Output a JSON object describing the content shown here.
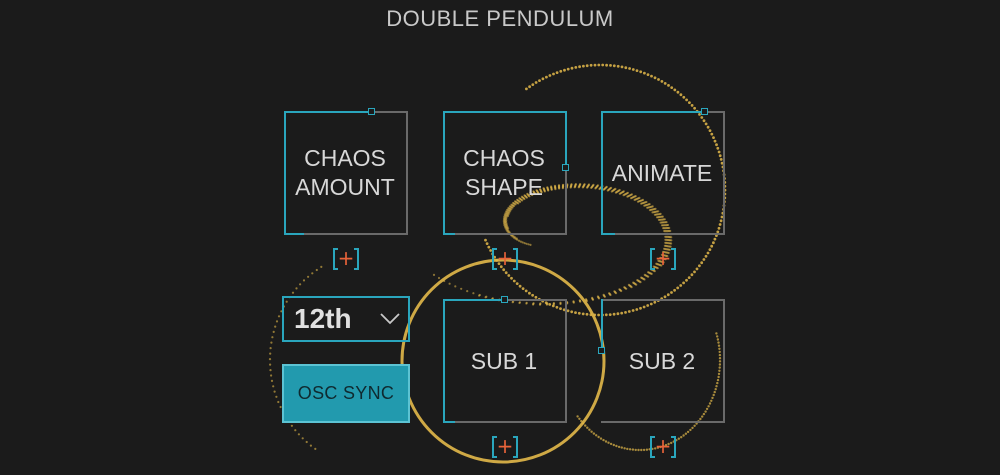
{
  "title": "DOUBLE PENDULUM",
  "knobs": {
    "chaos_amount": "CHAOS\nAMOUNT",
    "chaos_shape": "CHAOS\nSHAPE",
    "animate": "ANIMATE",
    "sub1": "SUB 1",
    "sub2": "SUB 2"
  },
  "modulation_symbol": "+",
  "dropdown": {
    "value": "12th",
    "icon": "chevron-down-icon"
  },
  "osc_sync": {
    "label": "OSC SYNC",
    "active": true
  },
  "colors": {
    "background": "#1b1b1b",
    "accent": "#2aa6bd",
    "modulation": "#e8633a",
    "trail": "#e3b94a"
  }
}
